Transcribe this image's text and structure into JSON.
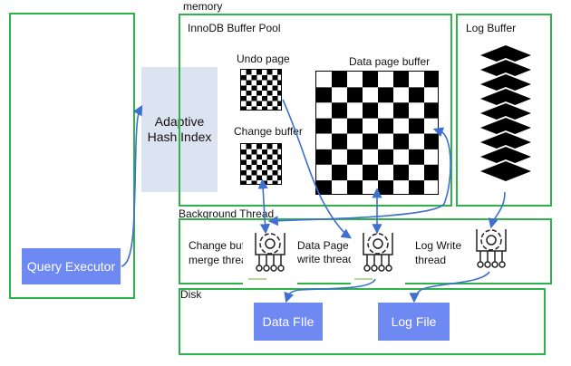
{
  "memory": {
    "label": "memory",
    "buffer_pool": {
      "title": "InnoDB Buffer Pool",
      "undo_page": "Undo page",
      "change_buffer": "Change buffer",
      "data_page_buffer": "Data page buffer"
    },
    "log_buffer": {
      "title": "Log Buffer"
    }
  },
  "left": {
    "adaptive_hash_index": "Adaptive\nHash Index",
    "query_executor": "Query Executor"
  },
  "background": {
    "title": "Background Thread",
    "change_buffer_merge": "Change buffer\nmerge thread",
    "data_page_write": "Data Page\nwrite thread",
    "log_write": "Log Write\nthread"
  },
  "disk": {
    "title": "Disk",
    "data_file": "Data FIle",
    "log_file": "Log File"
  },
  "colors": {
    "border": "#2fb24a",
    "arrow": "#3f6fcf",
    "file": "#6f89f2",
    "ahi": "#dde4f1"
  }
}
